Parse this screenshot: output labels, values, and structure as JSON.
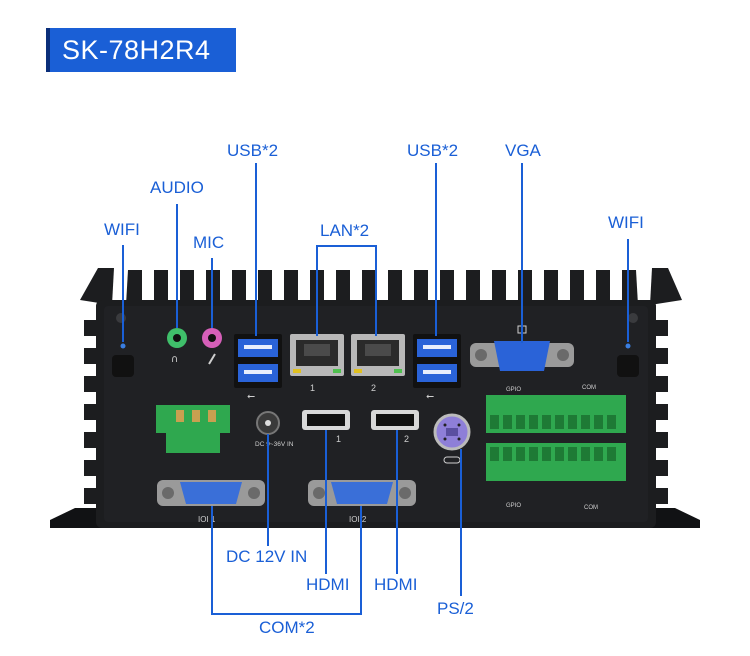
{
  "title": "SK-78H2R4",
  "labels": {
    "wifi_left": "WIFI",
    "audio": "AUDIO",
    "mic": "MIC",
    "usb_left": "USB*2",
    "lan": "LAN*2",
    "usb_right": "USB*2",
    "vga": "VGA",
    "wifi_right": "WIFI",
    "dc_in": "DC 12V IN",
    "hdmi_left": "HDMI",
    "hdmi_right": "HDMI",
    "ps2": "PS/2",
    "com": "COM*2"
  },
  "panel_markings": {
    "dc_spec": "DC 9~36V IN",
    "hdmi1": "1",
    "hdmi2": "2",
    "lan1": "1",
    "lan2": "2",
    "com1": "IOI 1",
    "com2": "IOI 2",
    "gpio_top": "GPIO",
    "com_top": "COM",
    "gpio_bottom": "GPIO",
    "com_bottom": "COM"
  },
  "colors": {
    "accent": "#1a5fd6",
    "chassis": "#1c1d1f",
    "usb_port": "#2a63d8",
    "terminal": "#2fa84f",
    "audio_port": "#3fbf6a",
    "mic_port": "#d65fb9",
    "ps2_port": "#8e7fd8"
  }
}
